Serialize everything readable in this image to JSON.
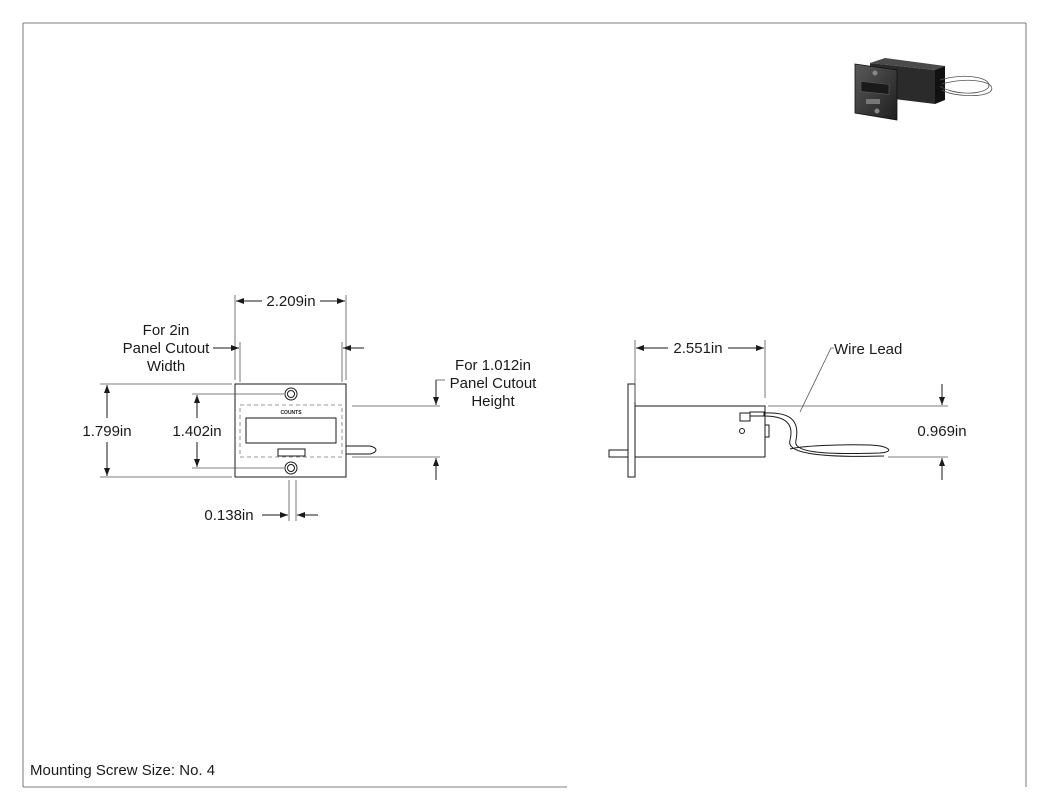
{
  "drawing": {
    "front_view": {
      "width_dim": "2.209in",
      "height_dim": "1.799in",
      "inner_height_dim": "1.402in",
      "screw_offset_dim": "0.138in",
      "counts_label": "COUNTS",
      "panel_cutout_width_note": [
        "For 2in",
        "Panel Cutout",
        "Width"
      ],
      "panel_cutout_height_note": [
        "For 1.012in",
        "Panel Cutout",
        "Height"
      ]
    },
    "side_view": {
      "depth_dim": "2.551in",
      "height_dim": "0.969in",
      "wire_lead_label": "Wire Lead"
    },
    "footer_note": "Mounting Screw Size: No. 4"
  }
}
